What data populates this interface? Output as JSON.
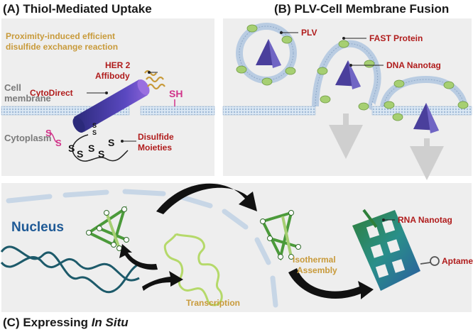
{
  "panel_a": {
    "title": "(A) Thiol-Mediated Uptake",
    "proximity_line1": "Proximity-induced efficient",
    "proximity_line2": "disulfide exchange reaction",
    "her2_line1": "HER 2",
    "her2_line2": "Affibody",
    "cytodirect": "CytoDirect",
    "cell_line1": "Cell",
    "cell_line2": "membrane",
    "cytoplasm": "Cytoplasm",
    "sh": "SH",
    "disulfide_line1": "Disulfide",
    "disulfide_line2": "Moieties"
  },
  "panel_b": {
    "title": "(B) PLV-Cell Membrane Fusion",
    "plv": "PLV",
    "fast_protein": "FAST Protein",
    "dna_nanotag": "DNA Nanotag"
  },
  "panel_c": {
    "title_prefix": "(C) Expressing ",
    "title_italic": "In Situ",
    "nucleus": "Nucleus",
    "rna_nanotag": "RNA Nanotag",
    "aptamer": "Aptamer",
    "isothermal_line1": "Isothermal",
    "isothermal_line2": "Assembly",
    "transcription": "Transcription"
  },
  "colors": {
    "panel_bg": "#eeeeee",
    "label_red": "#b01c1c",
    "label_gold": "#c89a3a",
    "nucleus_blue": "#1f5a96",
    "fast_green": "#a6cf72",
    "nanotag_purple": "#4a3f9c"
  }
}
